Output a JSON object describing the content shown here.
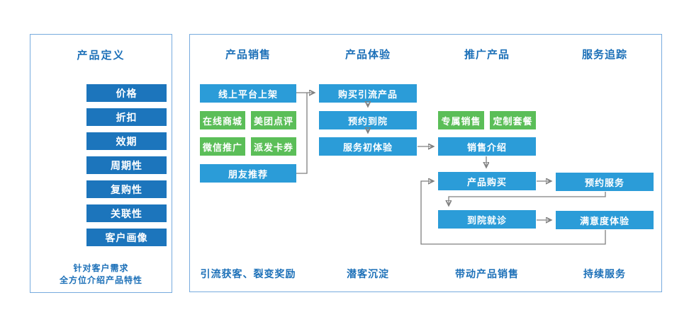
{
  "colors": {
    "dark_blue": "#1C75BC",
    "flow_blue": "#2B9CD8",
    "green": "#5BBE58",
    "text_blue": "#1C70B8",
    "panel_border": "#77ABDE",
    "arrow_gray": "#7F7F7F"
  },
  "left_panel": {
    "title": "产品定义",
    "items": [
      "价格",
      "折扣",
      "效期",
      "周期性",
      "复购性",
      "关联性",
      "客户画像"
    ],
    "caption_line1": "针对客户需求",
    "caption_line2": "全方位介绍产品特性"
  },
  "flow": {
    "column_headers": [
      "产品销售",
      "产品体验",
      "推广产品",
      "服务追踪"
    ],
    "column_footers": [
      "引流获客、裂变奖励",
      "潜客沉淀",
      "带动产品销售",
      "持续服务"
    ],
    "nodes": {
      "online_platform_listing": "线上平台上架",
      "online_mall": "在线商城",
      "meituan_dianping": "美团点评",
      "wechat_promotion": "微信推广",
      "coupon_distribution": "派发卡券",
      "friend_referral": "朋友推荐",
      "buy_lead_product": "购买引流产品",
      "appointment_to_clinic": "预约到院",
      "first_service_experience": "服务初体验",
      "exclusive_sales": "专属销售",
      "custom_package": "定制套餐",
      "sales_introduction": "销售介绍",
      "product_purchase": "产品购买",
      "clinic_visit": "到院就诊",
      "appointment_service": "预约服务",
      "satisfaction_experience": "满意度体验"
    }
  }
}
